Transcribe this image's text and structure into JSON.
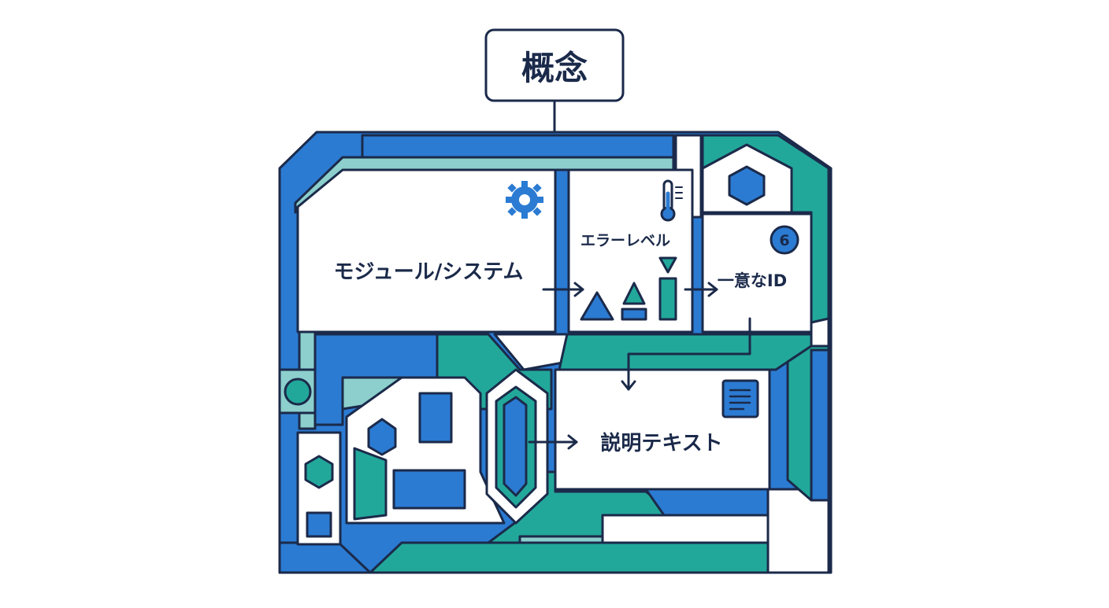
{
  "title": "概念",
  "boxes": {
    "module": "モジュール/システム",
    "error_level": "エラーレベル",
    "unique_id": "一意なID",
    "description": "説明テキスト"
  },
  "badge_number": "6",
  "icons": {
    "module": "gear-icon",
    "error_level": "thermometer-icon",
    "unique_id": "badge-icon",
    "description": "document-icon"
  },
  "colors": {
    "navy": "#1b2a4a",
    "blue": "#2b7bd3",
    "teal": "#22a89a",
    "light_teal": "#8ccfcd",
    "white": "#ffffff"
  }
}
